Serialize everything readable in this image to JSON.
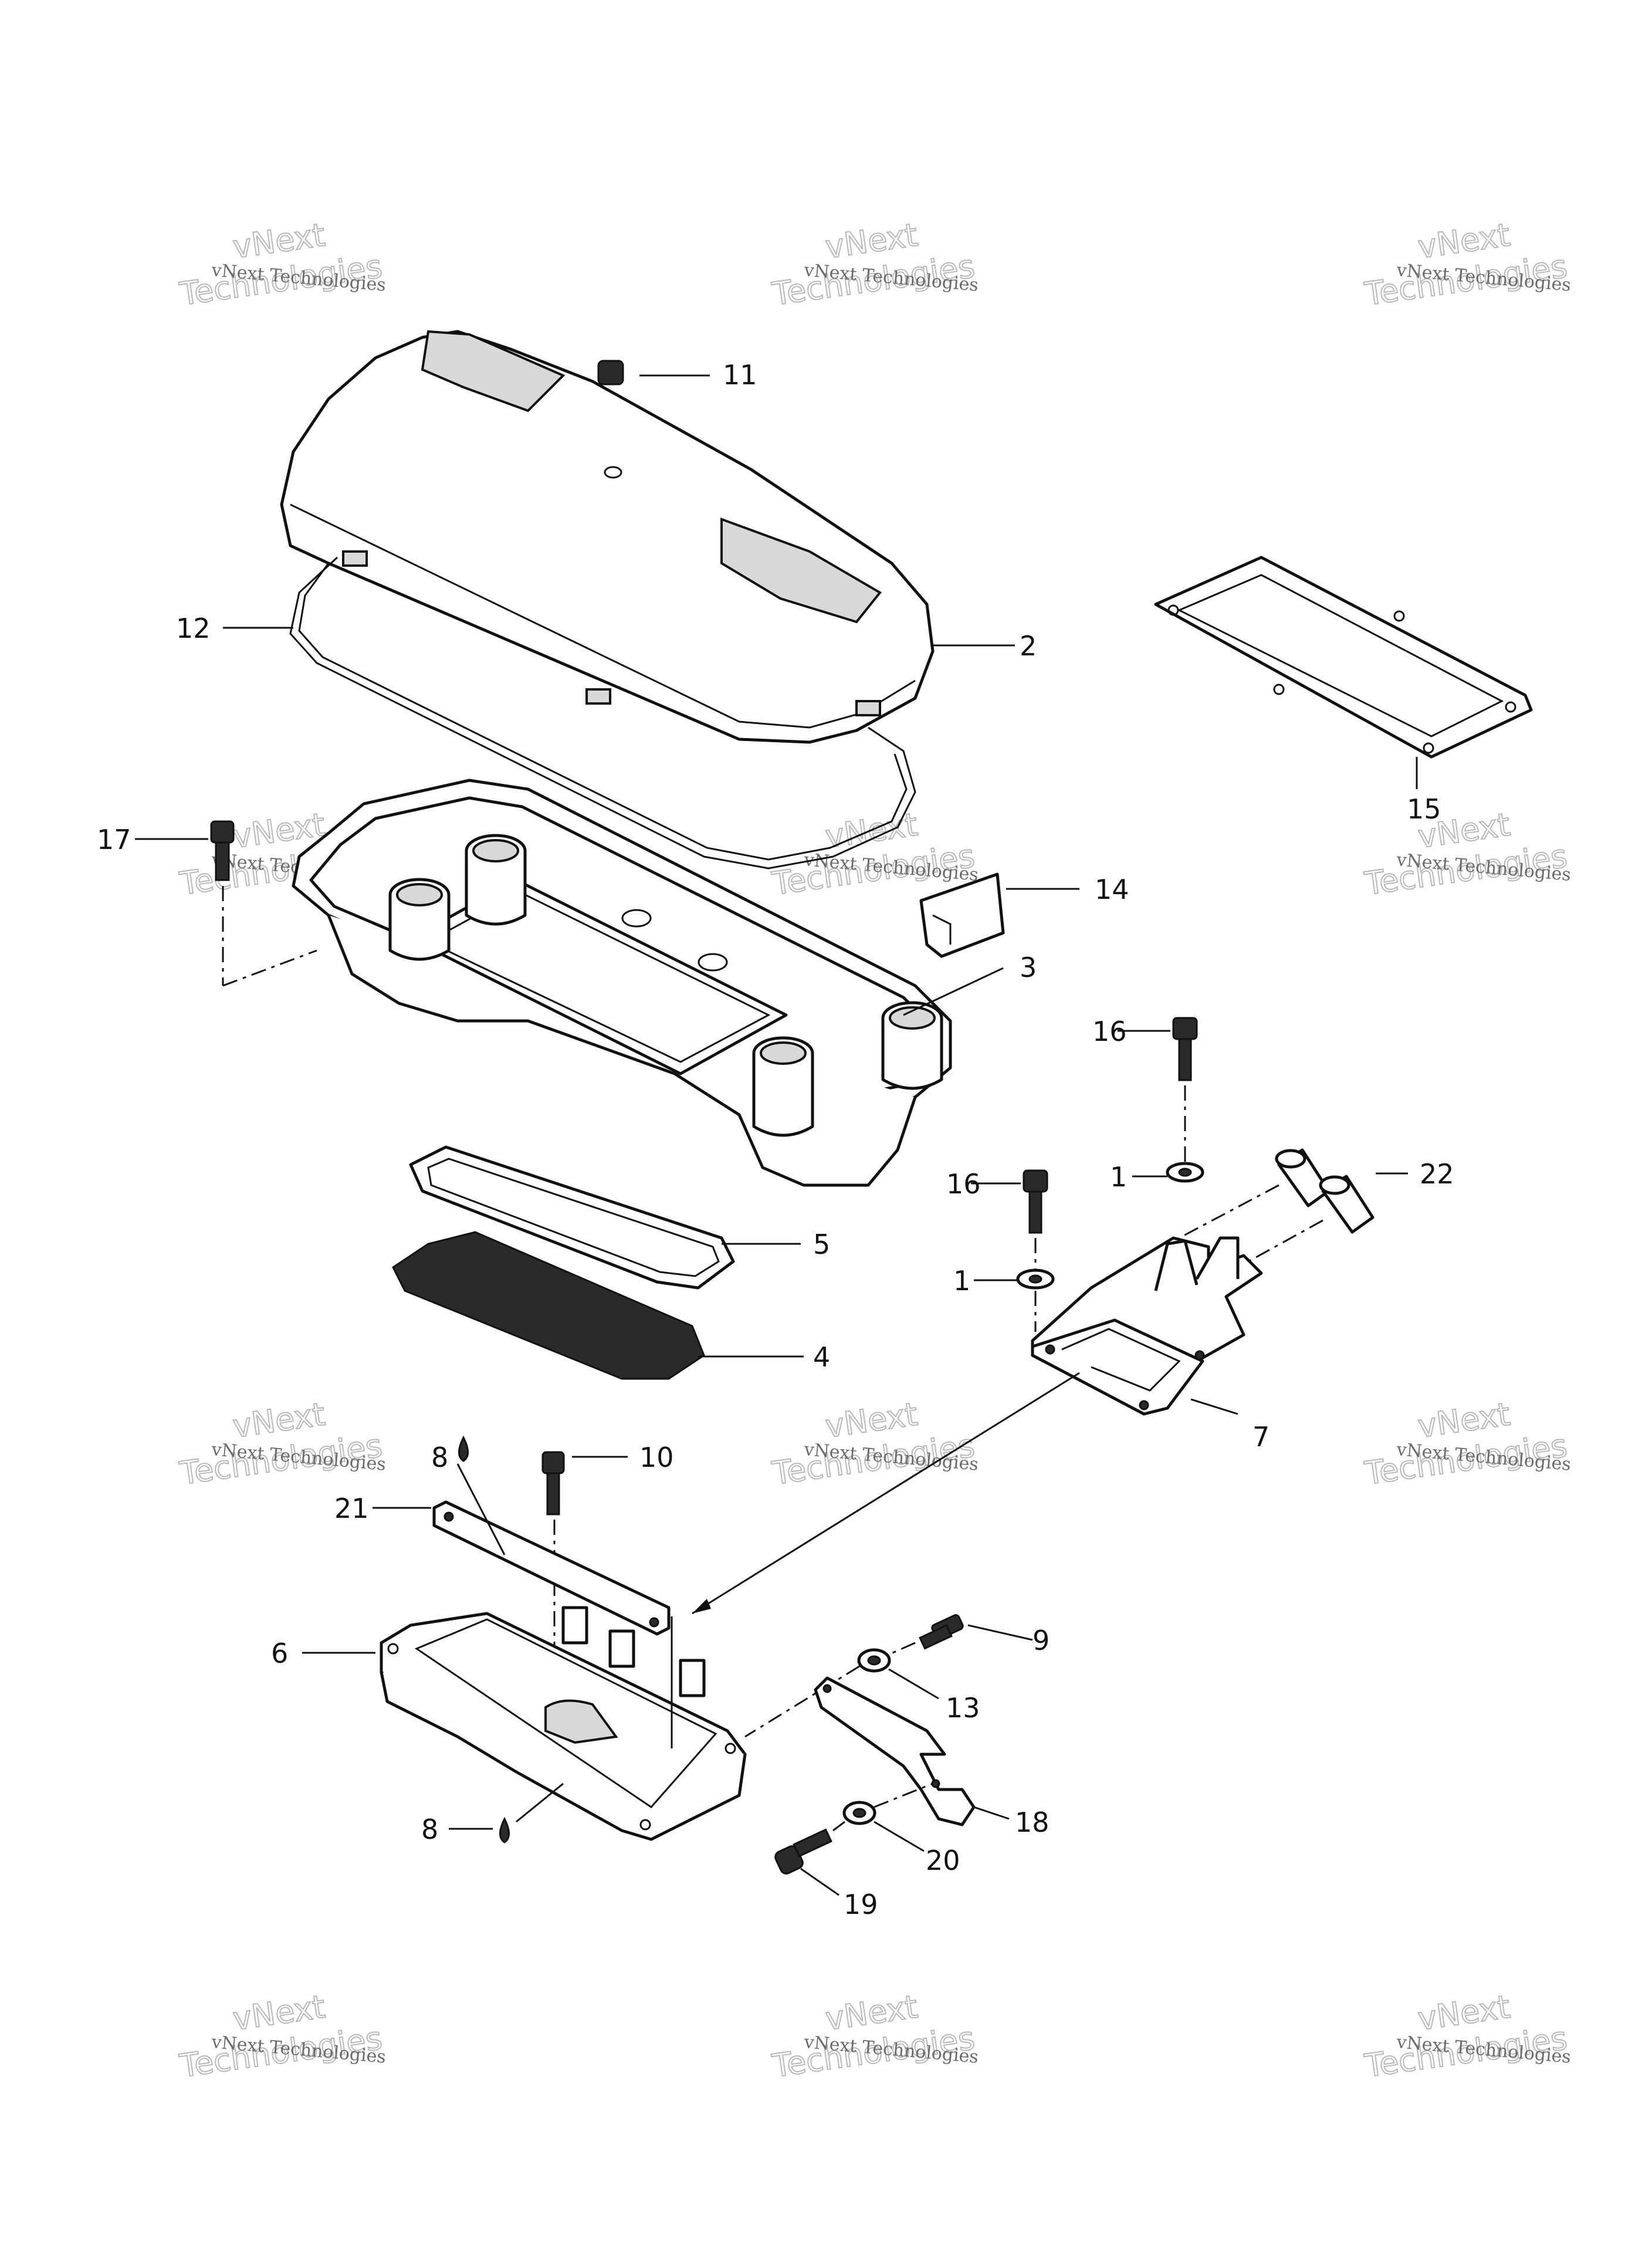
{
  "callouts": [
    {
      "id": "c11",
      "label": "11"
    },
    {
      "id": "c12",
      "label": "12"
    },
    {
      "id": "c2",
      "label": "2"
    },
    {
      "id": "c15",
      "label": "15"
    },
    {
      "id": "c17",
      "label": "17"
    },
    {
      "id": "c14",
      "label": "14"
    },
    {
      "id": "c3",
      "label": "3"
    },
    {
      "id": "c16a",
      "label": "16"
    },
    {
      "id": "c1a",
      "label": "1"
    },
    {
      "id": "c16b",
      "label": "16"
    },
    {
      "id": "c22",
      "label": "22"
    },
    {
      "id": "c1b",
      "label": "1"
    },
    {
      "id": "c5",
      "label": "5"
    },
    {
      "id": "c4",
      "label": "4"
    },
    {
      "id": "c7",
      "label": "7"
    },
    {
      "id": "c8a",
      "label": "8"
    },
    {
      "id": "c10",
      "label": "10"
    },
    {
      "id": "c21",
      "label": "21"
    },
    {
      "id": "c9",
      "label": "9"
    },
    {
      "id": "c6",
      "label": "6"
    },
    {
      "id": "c13",
      "label": "13"
    },
    {
      "id": "c18",
      "label": "18"
    },
    {
      "id": "c20",
      "label": "20"
    },
    {
      "id": "c8b",
      "label": "8"
    },
    {
      "id": "c19",
      "label": "19"
    }
  ],
  "watermark": {
    "line1": "vNext Technologies",
    "line2a": "vNext",
    "line2b": "Technologies"
  }
}
